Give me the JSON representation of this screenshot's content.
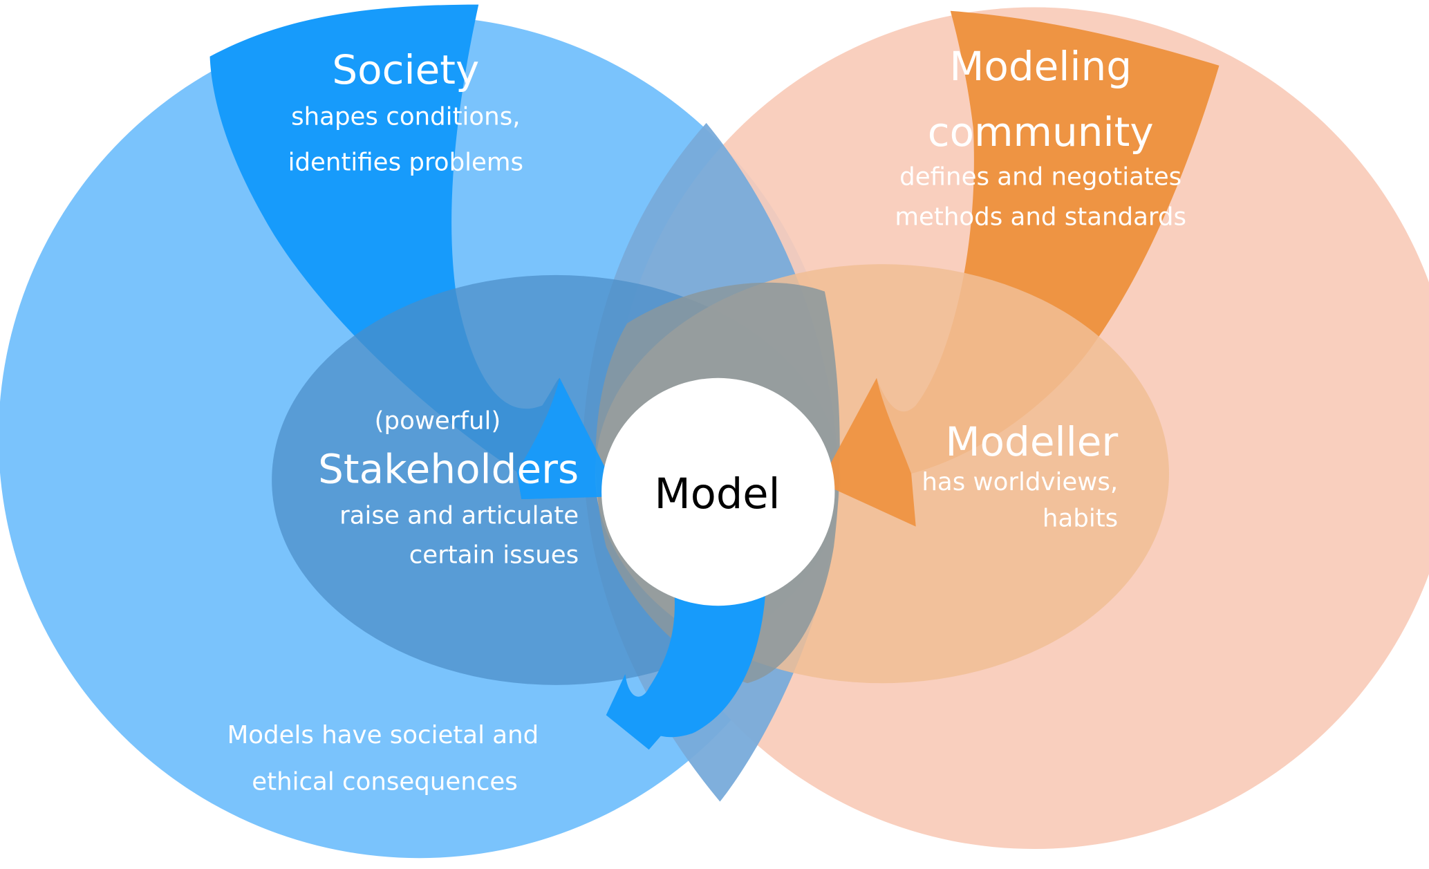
{
  "diagram": {
    "title": "Model context diagram",
    "colors": {
      "society_circle": "#7AC3FC",
      "society_arrow": "#179BFB",
      "stakeholder_ellipse": "#5B9ED2",
      "community_circle": "#F8CBB9",
      "community_arrow": "#EE9443",
      "modeller_ellipse": "#F1BE95",
      "model_circle": "#FFFFFF",
      "label_text": "#FFFFFF",
      "model_text": "#000000"
    },
    "society": {
      "title": "Society",
      "lines": [
        "shapes conditions,",
        "identifies problems"
      ]
    },
    "community": {
      "title_lines": [
        "Modeling",
        "community"
      ],
      "lines": [
        "defines and negotiates",
        "methods and standards"
      ]
    },
    "stakeholders": {
      "qualifier": "(powerful)",
      "title": "Stakeholders",
      "lines": [
        "raise and articulate",
        "certain issues"
      ]
    },
    "modeller": {
      "title": "Modeller",
      "lines": [
        "has worldviews,",
        "habits"
      ]
    },
    "model": {
      "title": "Model"
    },
    "consequences": {
      "lines": [
        "Models have societal and",
        "ethical consequences"
      ]
    },
    "arrows": [
      {
        "from": "Society",
        "to": "Model"
      },
      {
        "from": "Modeling community",
        "to": "Model"
      },
      {
        "from": "Model",
        "to": "Society (consequences)"
      }
    ]
  }
}
